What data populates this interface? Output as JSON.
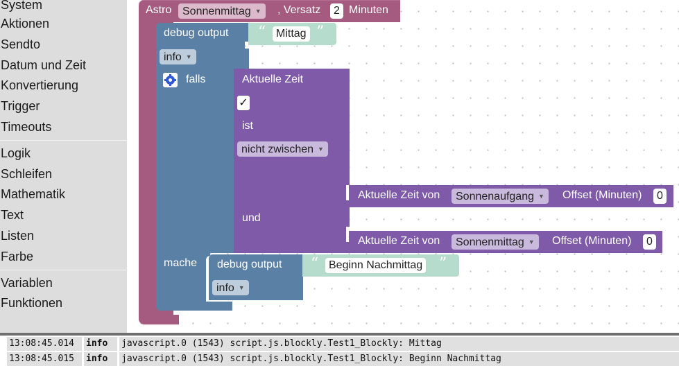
{
  "toolbox": {
    "groups": [
      [
        "System",
        "Aktionen",
        "Sendto",
        "Datum und Zeit",
        "Konvertierung",
        "Trigger",
        "Timeouts"
      ],
      [
        "Logik",
        "Schleifen",
        "Mathematik",
        "Text",
        "Listen",
        "Farbe"
      ],
      [
        "Variablen",
        "Funktionen"
      ]
    ]
  },
  "colors": {
    "astro": "#a55b80",
    "debug": "#5b80a5",
    "condition": "#7f5aa8",
    "text": "#b6dccd",
    "toolbox_bg": "#dddddd"
  },
  "astro_block": {
    "label": "Astro",
    "event": "Sonnenmittag",
    "offset_label": ", Versatz",
    "offset_value": "2",
    "unit": "Minuten"
  },
  "debug1": {
    "label": "debug output",
    "text": "Mittag",
    "level": "info"
  },
  "if_block": {
    "gear_icon": "gear-icon",
    "falls": "falls",
    "current_time": "Aktuelle Zeit",
    "checkbox": "✓",
    "ist": "ist",
    "operator": "nicht zwischen",
    "und": "und",
    "mache": "mache"
  },
  "time1": {
    "label": "Aktuelle Zeit von",
    "event": "Sonnenaufgang",
    "offset_label": "Offset (Minuten)",
    "offset_value": "0"
  },
  "time2": {
    "label": "Aktuelle Zeit von",
    "event": "Sonnenmittag",
    "offset_label": "Offset (Minuten)",
    "offset_value": "0"
  },
  "debug2": {
    "label": "debug output",
    "text": "Beginn Nachmittag",
    "level": "info"
  },
  "log": [
    {
      "time": "13:08:45.014",
      "level": "info",
      "message": "javascript.0 (1543) script.js.blockly.Test1_Blockly: Mittag"
    },
    {
      "time": "13:08:45.015",
      "level": "info",
      "message": "javascript.0 (1543) script.js.blockly.Test1_Blockly: Beginn Nachmittag"
    }
  ]
}
